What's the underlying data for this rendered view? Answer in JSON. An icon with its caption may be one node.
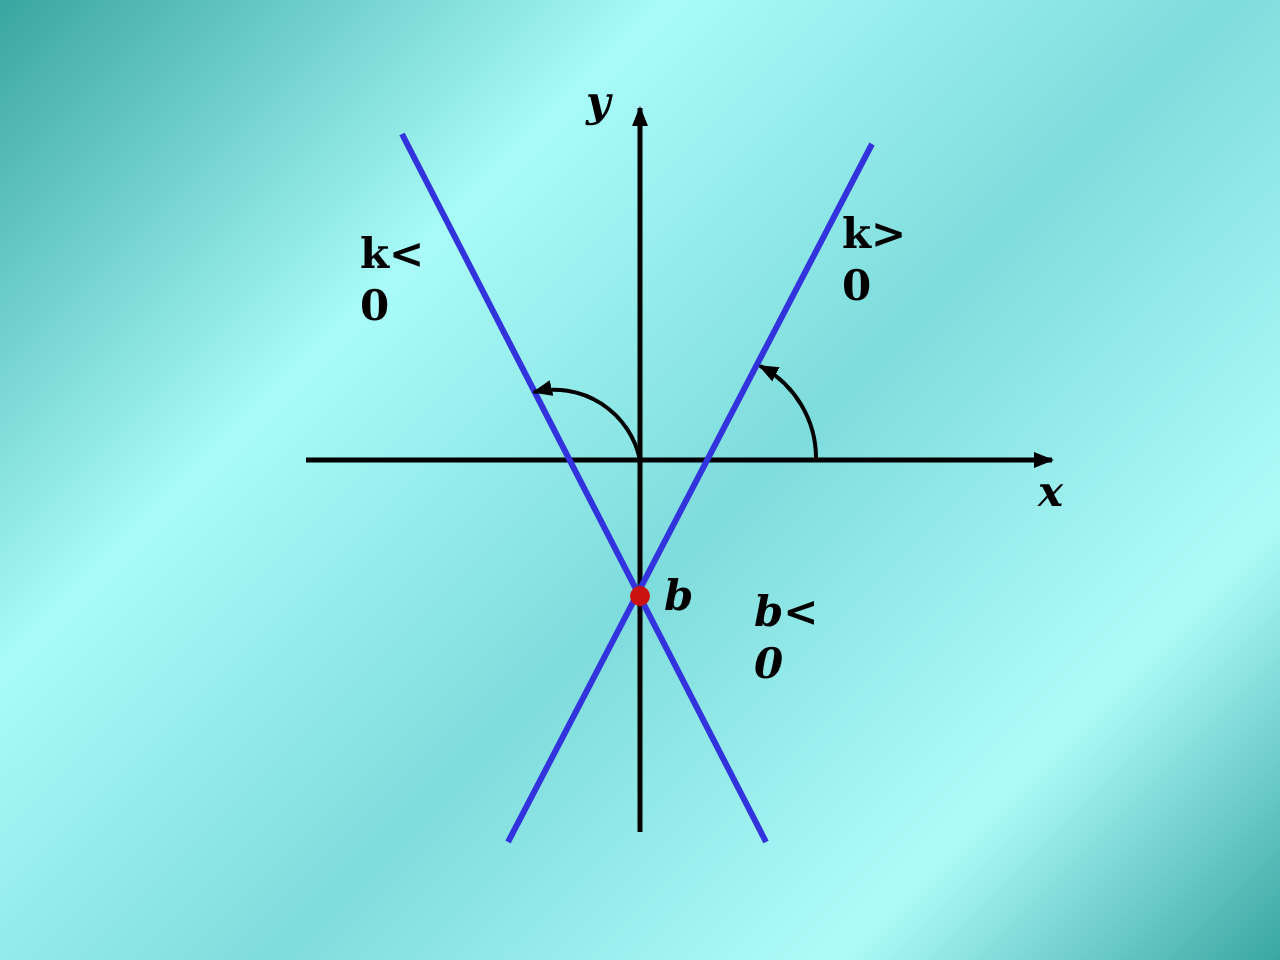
{
  "diagram": {
    "labels": [
      "y",
      "k> 0",
      "k< 0",
      "x",
      "b",
      "b< 0"
    ]
  }
}
